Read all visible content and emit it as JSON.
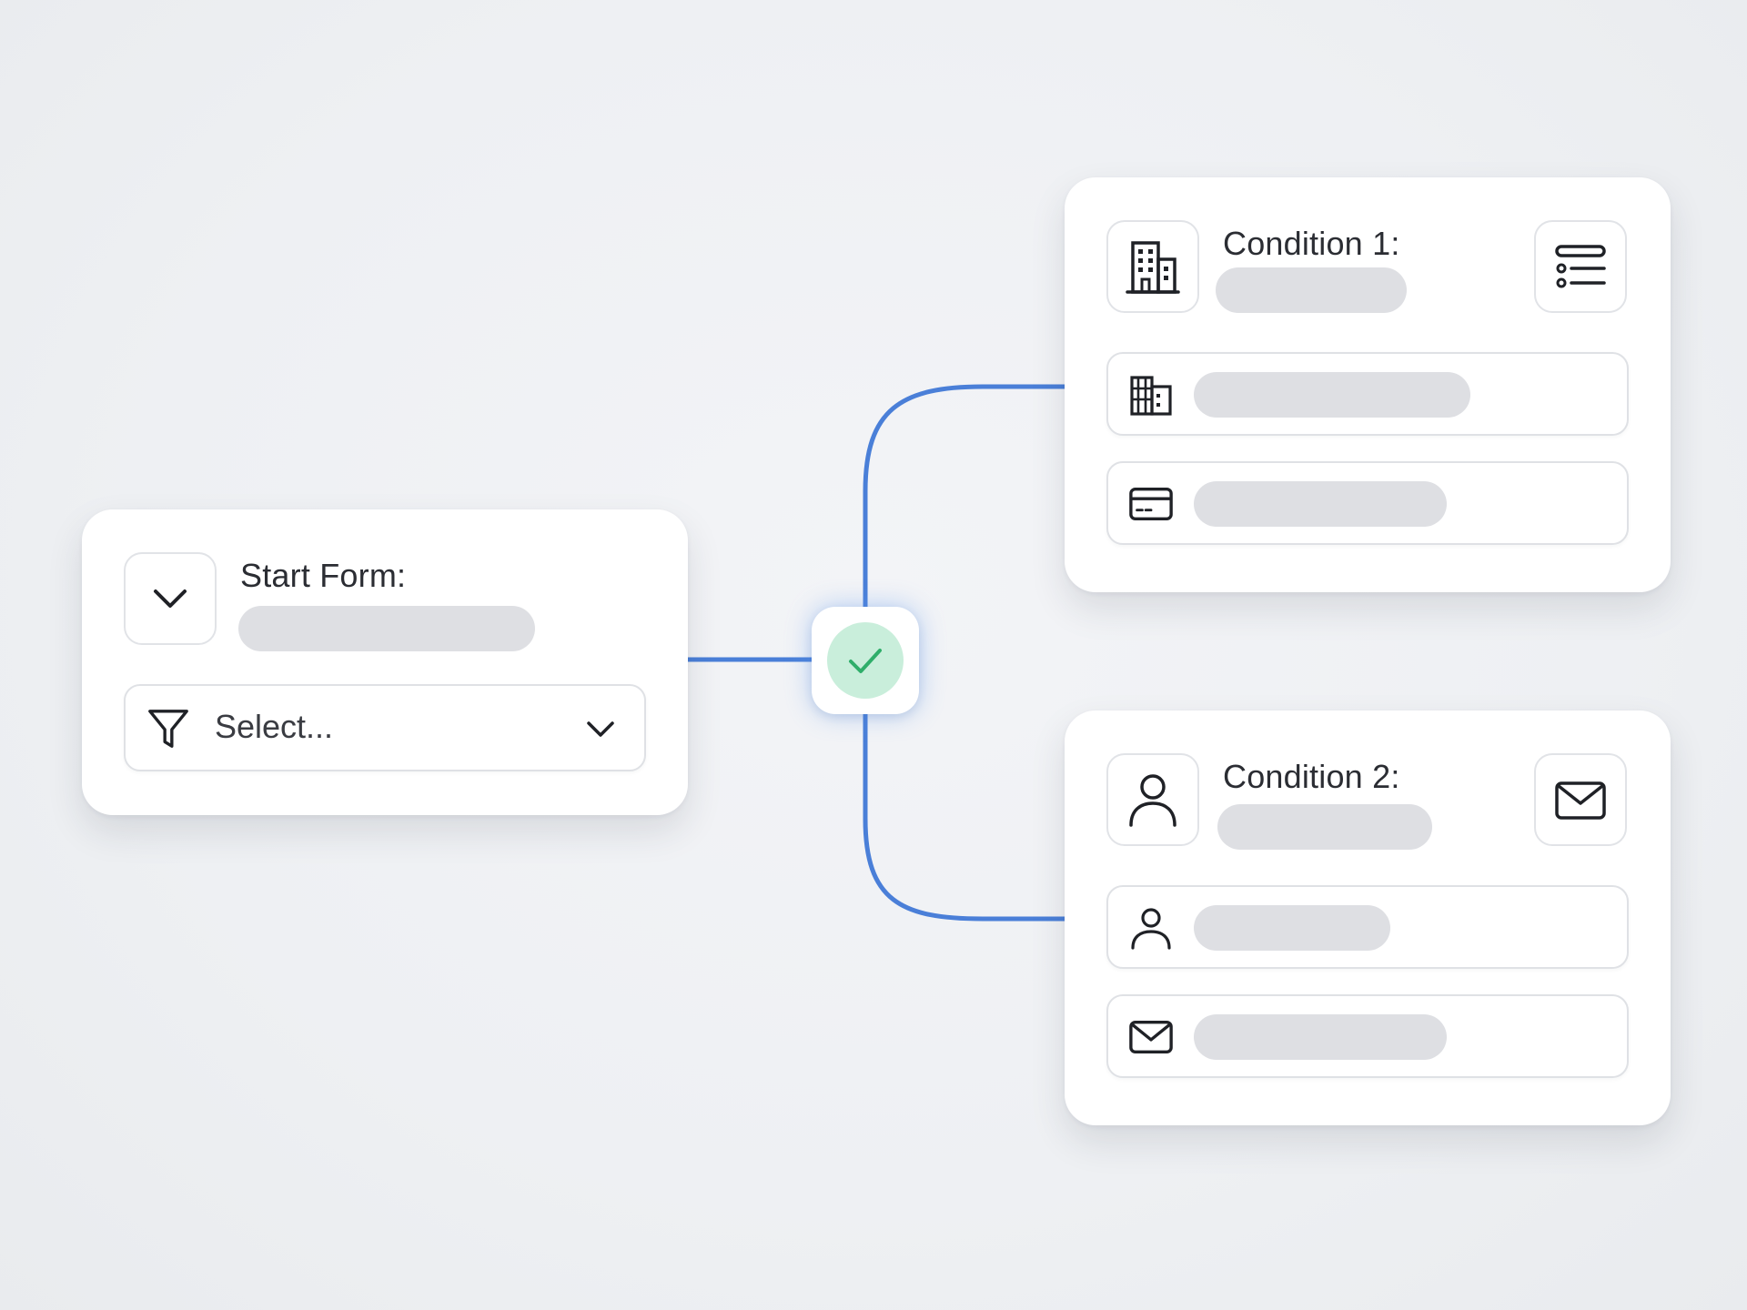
{
  "start_form": {
    "title": "Start Form:",
    "toggle_icon": "chevron-down-icon",
    "select": {
      "filter_icon": "filter-icon",
      "placeholder": "Select...",
      "dropdown_icon": "chevron-down-icon"
    }
  },
  "hub": {
    "icon": "check-icon",
    "accent": "#2fae6a",
    "background": "#c9eedb"
  },
  "conditions": [
    {
      "title": "Condition 1:",
      "main_icon": "building-icon",
      "action_icon": "list-icon",
      "rows": [
        {
          "icon": "office-building-icon"
        },
        {
          "icon": "credit-card-icon"
        }
      ]
    },
    {
      "title": "Condition 2:",
      "main_icon": "user-icon",
      "action_icon": "mail-icon",
      "rows": [
        {
          "icon": "user-icon"
        },
        {
          "icon": "mail-icon"
        }
      ]
    }
  ],
  "colors": {
    "connector": "#4a7fd8",
    "placeholder_pill": "#dedfe3",
    "background": "#eef0f3"
  }
}
